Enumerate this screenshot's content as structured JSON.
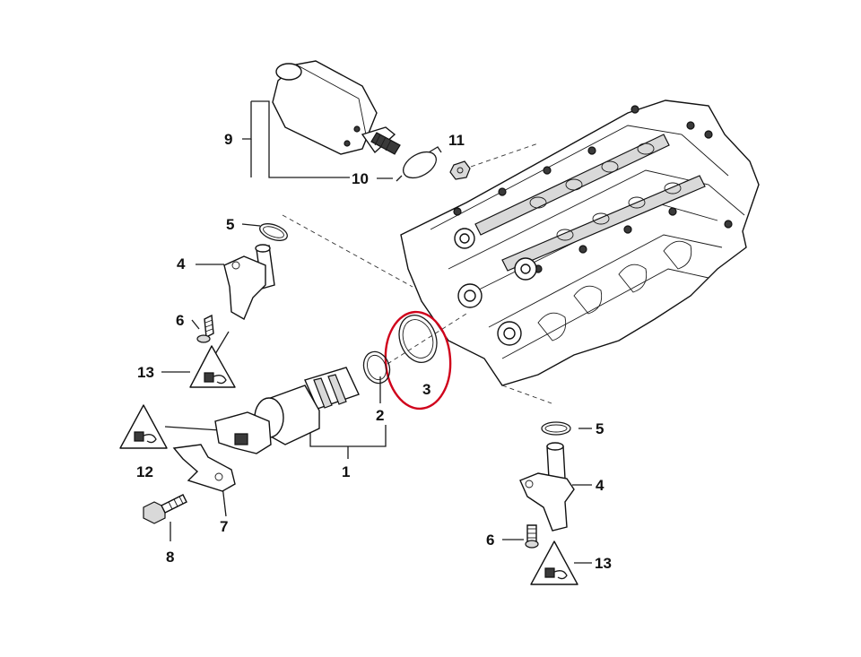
{
  "callouts": [
    "1",
    "2",
    "3",
    "4",
    "5",
    "6",
    "7",
    "8",
    "9",
    "10",
    "11",
    "12",
    "13"
  ],
  "highlight_color": "#d0021b",
  "icon": "connector-plug-warning-icon"
}
